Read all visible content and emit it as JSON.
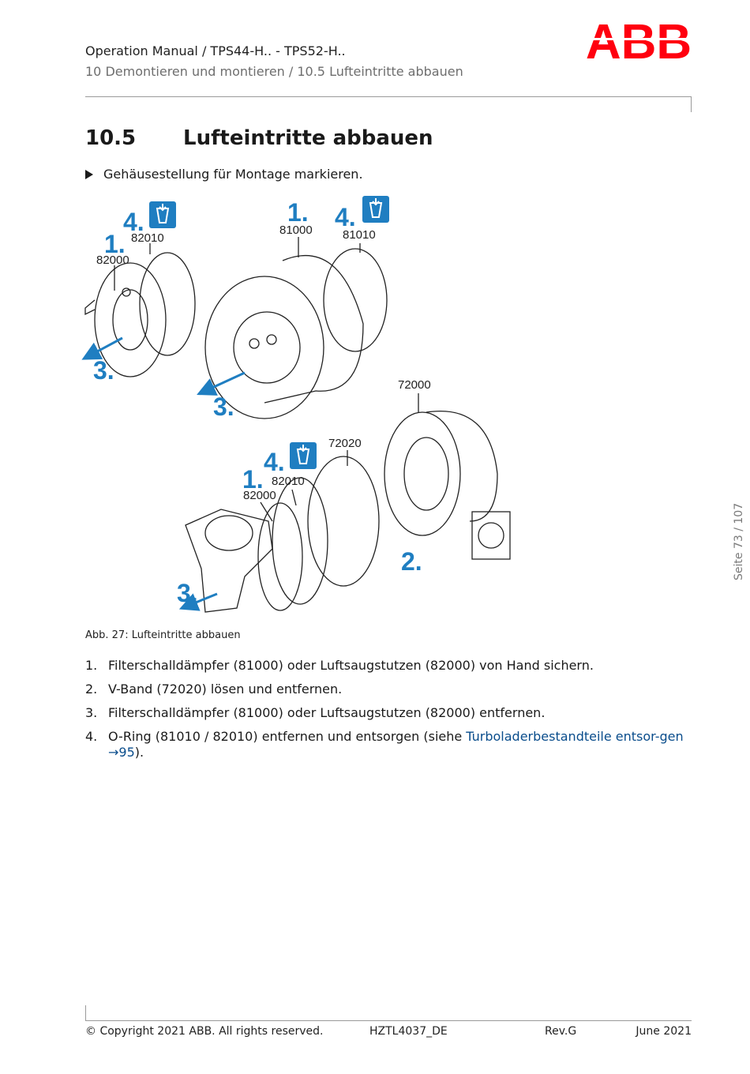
{
  "header": {
    "manual": "Operation Manual / TPS44-H.. - TPS52-H..",
    "breadcrumb": "10  Demontieren und montieren / 10.5  Lufteintritte abbauen",
    "logo_text": "ABB"
  },
  "section": {
    "number": "10.5",
    "title": "Lufteintritte abbauen"
  },
  "instruction": "Gehäusestellung für Montage markieren.",
  "figure": {
    "labels": {
      "step1": "1.",
      "step2": "2.",
      "step3": "3.",
      "step4": "4.",
      "p81000": "81000",
      "p81010": "81010",
      "p82000": "82000",
      "p82010": "82010",
      "p72000": "72000",
      "p72020": "72020"
    },
    "caption": "Abb. 27: Lufteintritte abbauen"
  },
  "steps": [
    {
      "num": "1.",
      "text": "Filterschalldämpfer (81000) oder Luftsaugstutzen (82000) von Hand sichern."
    },
    {
      "num": "2.",
      "text": "V-Band (72020) lösen und entfernen."
    },
    {
      "num": "3.",
      "text": "Filterschalldämpfer (81000) oder Luftsaugstutzen (82000) entfernen."
    },
    {
      "num": "4.",
      "text_before": "O-Ring (81010 / 82010) entfernen und entsorgen (siehe ",
      "link": "Turboladerbestandteile entsor-gen →95",
      "text_after": ")."
    }
  ],
  "side_page": "Seite 73 / 107",
  "footer": {
    "copyright": "© Copyright 2021 ABB. All rights reserved.",
    "doc_id": "HZTL4037_DE",
    "revision": "Rev.G",
    "date": "June 2021"
  },
  "colors": {
    "brand_red": "#ff000f",
    "accent_blue": "#1f7ec1",
    "link_blue": "#0a4d8c"
  }
}
